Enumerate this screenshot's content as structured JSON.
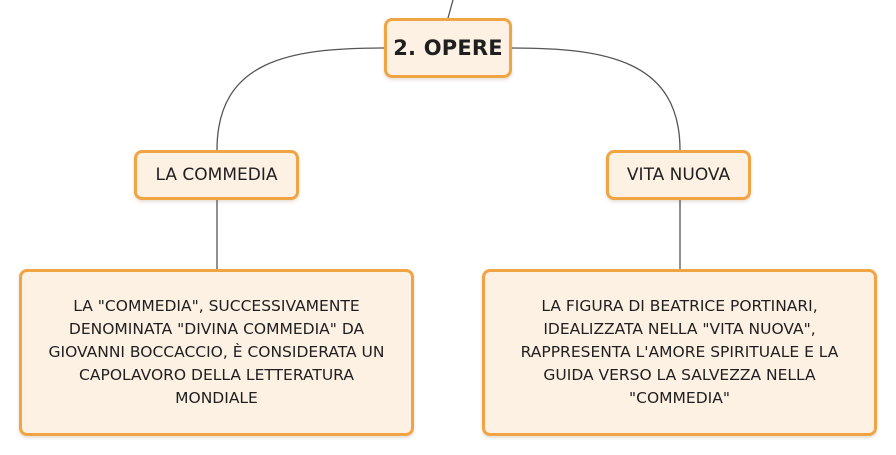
{
  "diagram": {
    "root": {
      "label": "2. OPERE"
    },
    "branches": [
      {
        "label": "LA COMMEDIA",
        "detail": "LA \"COMMEDIA\", SUCCESSIVAMENTE DENOMINATA \"DIVINA COMMEDIA\" DA GIOVANNI BOCCACCIO, È CONSIDERATA UN CAPOLAVORO DELLA LETTERATURA MONDIALE"
      },
      {
        "label": "VITA NUOVA",
        "detail": "LA FIGURA DI BEATRICE PORTINARI, IDEALIZZATA NELLA \"VITA NUOVA\", RAPPRESENTA L'AMORE SPIRITUALE E LA GUIDA VERSO LA SALVEZZA NELLA \"COMMEDIA\""
      }
    ],
    "colors": {
      "node_fill": "#fdf1e4",
      "node_border": "#f0a443",
      "connector": "#555555",
      "text": "#1f1f1f"
    }
  }
}
